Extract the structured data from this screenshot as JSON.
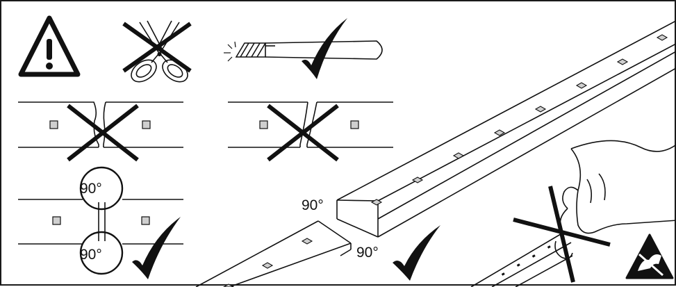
{
  "angle_labels": {
    "circle_top": "90°",
    "circle_bottom": "90°",
    "strip_left_end": "90°",
    "strip_bottom_end": "90°"
  },
  "colors": {
    "ink": "#111111",
    "background": "#ffffff",
    "led": "#cfcfcf",
    "frame": "#1a1a1a"
  },
  "icons": [
    "warning-triangle-icon",
    "scissors-prohibited-icon",
    "knife-cutter-icon",
    "checkmark-icon",
    "esd-warning-icon"
  ]
}
